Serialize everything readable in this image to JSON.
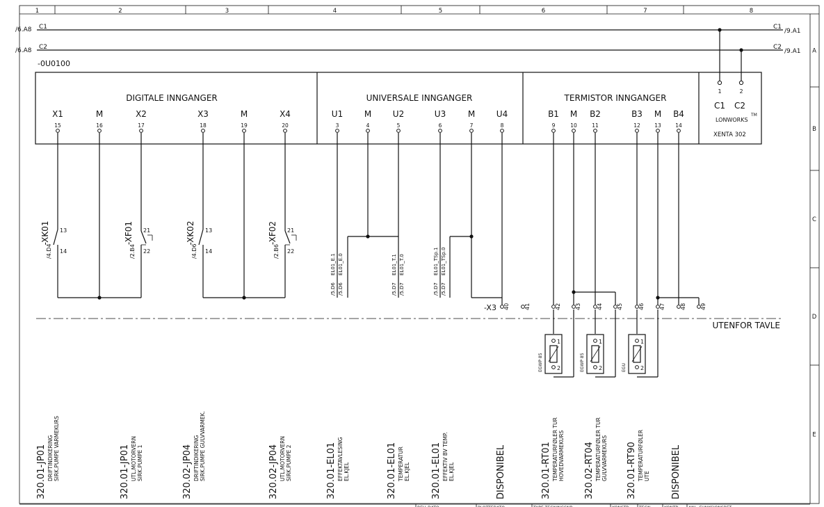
{
  "grid": {
    "columns": [
      "1",
      "2",
      "3",
      "4",
      "5",
      "6",
      "7",
      "8"
    ],
    "rows": [
      "A",
      "B",
      "C",
      "D",
      "E"
    ]
  },
  "buses": [
    {
      "name": "C1",
      "ref_in": "/6.A8",
      "ref_out": "/9.A1"
    },
    {
      "name": "C2",
      "ref_in": "/6.A8",
      "ref_out": "/9.A1"
    }
  ],
  "module_id": "-0U0100",
  "sections": {
    "digital": "DIGITALE INNGANGER",
    "universal": "UNIVERSALE INNGANGER",
    "thermistor": "TERMISTOR INNGANGER"
  },
  "lonworks": {
    "pins": [
      {
        "name": "C1",
        "num": "1"
      },
      {
        "name": "C2",
        "num": "2"
      }
    ],
    "label": "LONWORKS",
    "tm": "TM",
    "model": "XENTA 302"
  },
  "terminals": [
    {
      "name": "X1",
      "num": "15"
    },
    {
      "name": "M",
      "num": "16"
    },
    {
      "name": "X2",
      "num": "17"
    },
    {
      "name": "X3",
      "num": "18"
    },
    {
      "name": "M",
      "num": "19"
    },
    {
      "name": "X4",
      "num": "20"
    },
    {
      "name": "U1",
      "num": "3"
    },
    {
      "name": "M",
      "num": "4"
    },
    {
      "name": "U2",
      "num": "5"
    },
    {
      "name": "U3",
      "num": "6"
    },
    {
      "name": "M",
      "num": "7"
    },
    {
      "name": "U4",
      "num": "8"
    },
    {
      "name": "B1",
      "num": "9"
    },
    {
      "name": "M",
      "num": "10"
    },
    {
      "name": "B2",
      "num": "11"
    },
    {
      "name": "B3",
      "num": "12"
    },
    {
      "name": "M",
      "num": "13"
    },
    {
      "name": "B4",
      "num": "14"
    }
  ],
  "contacts": [
    {
      "tag": "-XK01",
      "ref": "/4.D4",
      "p1": "13",
      "p2": "14"
    },
    {
      "tag": "-XF01",
      "ref": "/2.B4",
      "p1": "21",
      "p2": "22"
    },
    {
      "tag": "-XK02",
      "ref": "/4.D6",
      "p1": "13",
      "p2": "14"
    },
    {
      "tag": "-XF02",
      "ref": "/2.B6",
      "p1": "21",
      "p2": "22"
    }
  ],
  "signals": [
    {
      "a": "EL01_E.1",
      "b": "EL01_E.0",
      "r1": "/5.D6",
      "r2": "/5.D6"
    },
    {
      "a": "EL01_T.1",
      "b": "EL01_T.0",
      "r1": "/5.D7",
      "r2": "/5.D7"
    },
    {
      "a": "EL01_TSp.1",
      "b": "EL01_TSp.0",
      "r1": "/5.D7",
      "r2": "/5.D7"
    }
  ],
  "terminal_strip": {
    "tag": "-X3",
    "nums": [
      "40",
      "41",
      "42",
      "43",
      "44",
      "45",
      "46",
      "47",
      "48",
      "49"
    ]
  },
  "outside_label": "UTENFOR TAVLE",
  "sensors": [
    {
      "type": "EGWP 85",
      "p1": "1",
      "p2": "2"
    },
    {
      "type": "EGWP 85",
      "p1": "1",
      "p2": "2"
    },
    {
      "type": "EGU",
      "p1": "1",
      "p2": "2"
    }
  ],
  "descriptions": [
    {
      "id": "320.01-JP01",
      "l1": "DRIFTINDIKERING",
      "l2": "SIRK.PUMPE VARMEKURS"
    },
    {
      "id": "320.01-JP01",
      "l1": "UTL.MOTORVERN",
      "l2": "SIRK.PUMPE 1"
    },
    {
      "id": "320.02-JP04",
      "l1": "DRIFTINDIKERING",
      "l2": "SIRK.PUMPE GULVVARMEK."
    },
    {
      "id": "320.02-JP04",
      "l1": "UTL.MOTORVERN",
      "l2": "SIRK.PUMPE 2"
    },
    {
      "id": "320.01-EL01",
      "l1": "EFFEKTAVLESING",
      "l2": "EL.KJEL"
    },
    {
      "id": "320.01-EL01",
      "l1": "TEMPERATUR",
      "l2": "EL.KJEL"
    },
    {
      "id": "320.01-EL01",
      "l1": "EFFEKTIV BV TEMP.",
      "l2": "EL.KJEL"
    },
    {
      "id": "DISPONIBEL",
      "l1": "",
      "l2": ""
    },
    {
      "id": "320.01-RT01",
      "l1": "TEMPERATURFØLER TUR",
      "l2": "HOVEDVARMEKURS"
    },
    {
      "id": "320.02-RT04",
      "l1": "TEMPERATURFØLER TUR",
      "l2": "GULVVARMEKURS"
    },
    {
      "id": "320.01-RT90",
      "l1": "TEMPERATURFØLER",
      "l2": "UTE"
    },
    {
      "id": "DISPONIBEL",
      "l1": "",
      "l2": ""
    }
  ],
  "title_block": [
    "REV. DATO",
    "PLOTTEDATO",
    "TYPE TEGNINGSNR",
    "KONSTR.",
    "TEGN.",
    "KONTR.",
    "ANL. FUNKSJONSBET."
  ]
}
